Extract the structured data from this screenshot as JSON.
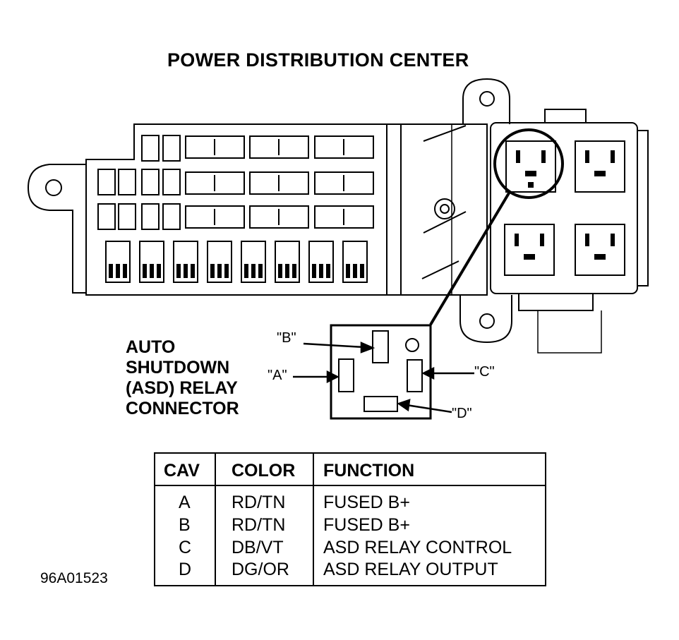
{
  "title": "POWER DISTRIBUTION CENTER",
  "connector_label": [
    "AUTO",
    "SHUTDOWN",
    "(ASD) RELAY",
    "CONNECTOR"
  ],
  "pins": {
    "a": "\"A\"",
    "b": "\"B\"",
    "c": "\"C\"",
    "d": "\"D\""
  },
  "figure_id": "96A01523",
  "table": {
    "headers": [
      "CAV",
      "COLOR",
      "FUNCTION"
    ],
    "rows": [
      [
        "A",
        "RD/TN",
        "FUSED B+"
      ],
      [
        "B",
        "RD/TN",
        "FUSED B+"
      ],
      [
        "C",
        "DB/VT",
        "ASD RELAY CONTROL"
      ],
      [
        "D",
        "DG/OR",
        "ASD RELAY OUTPUT"
      ]
    ]
  },
  "colors": {
    "ink": "#000000",
    "paper": "#ffffff"
  }
}
